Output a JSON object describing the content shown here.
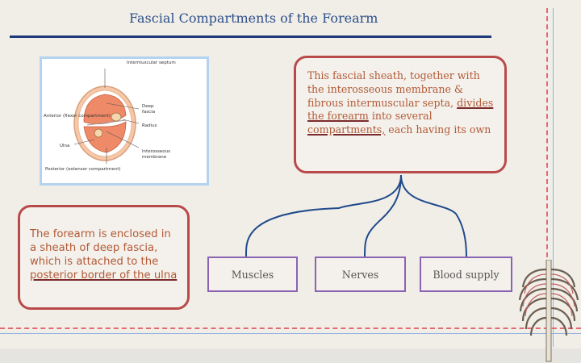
{
  "title": "Fascial Compartments of the Forearm",
  "figure": {
    "labels": {
      "top": "Intermuscular septum",
      "anterior": "Anterior (flexor compartment)",
      "deep_fascia_1": "Deep",
      "deep_fascia_2": "fascia",
      "radius": "Radius",
      "ulna": "Ulna",
      "interosseous_1": "Interosseous",
      "interosseous_2": "membrane",
      "posterior": "Posterior (extensor compartment)"
    }
  },
  "sheath_box": {
    "text_1": "This fascial sheath, together with the interosseous membrane & fibrous intermuscular septa, ",
    "text_2": "divides the forearm",
    "text_3": " into several ",
    "text_4": "compartments,",
    "text_5": " each having its own"
  },
  "forearm_box": {
    "text_1": "The forearm is enclosed in a sheath of deep fascia, which is attached to the ",
    "text_2": "posterior border of the ulna"
  },
  "categories": [
    "Muscles",
    "Nerves",
    "Blood supply"
  ],
  "colors": {
    "title": "#2d4f8a",
    "text": "#b25a36",
    "box_border": "#b94a4a",
    "connector": "#1f4a8a",
    "category_border": "#8a63b3"
  }
}
